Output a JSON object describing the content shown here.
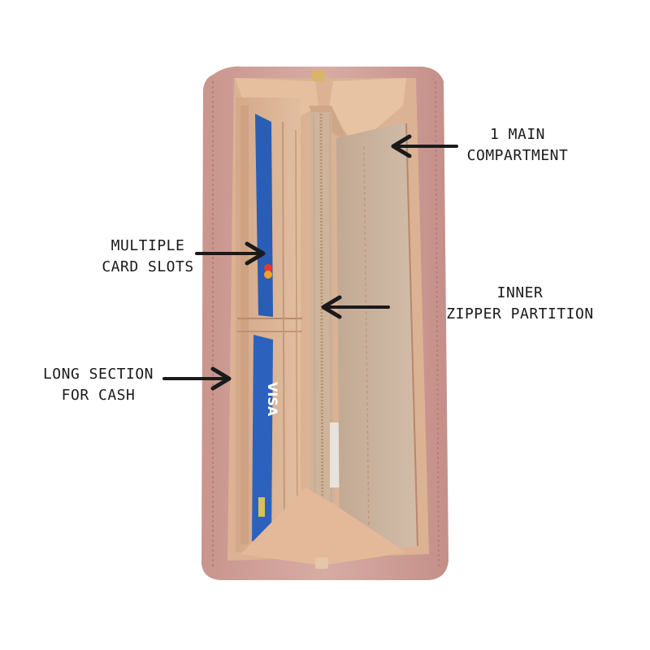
{
  "image": {
    "subject": "open pink zip-around wallet",
    "colors": {
      "background": "#ffffff",
      "wallet_shell": "#cfa29b",
      "interior": "#dcb497",
      "partition": "#cdb49a",
      "main_pocket": "#c9b39f",
      "card_blue": "#2a5db5",
      "zipper_gold": "#d9b46a",
      "arrow": "#1a1a1a"
    }
  },
  "annotations": [
    {
      "id": "main",
      "lines": [
        "1 MAIN",
        "COMPARTMENT"
      ]
    },
    {
      "id": "cards",
      "lines": [
        "MULTIPLE",
        "CARD SLOTS"
      ]
    },
    {
      "id": "zip",
      "lines": [
        "INNER",
        "ZIPPER PARTITION"
      ]
    },
    {
      "id": "cash",
      "lines": [
        "LONG SECTION",
        "FOR CASH"
      ]
    }
  ],
  "card_brand": "VISA"
}
